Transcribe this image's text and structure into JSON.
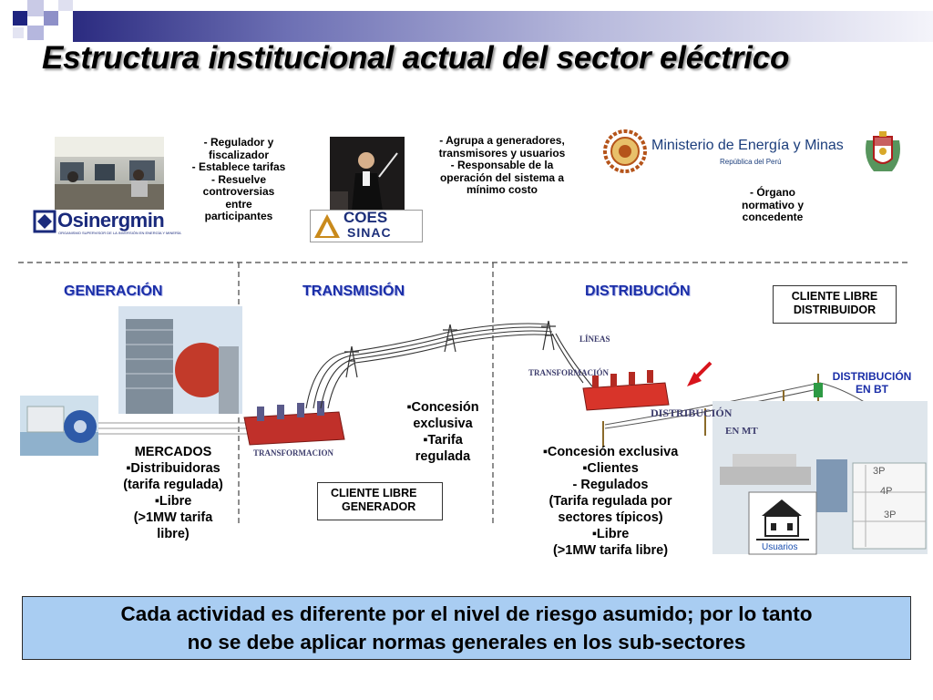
{
  "title": "Estructura institucional  actual del sector eléctrico",
  "agencies": {
    "osinergmin": {
      "logo_name": "Osinergmin",
      "logo_subtitle": "ORGANISMO SUPERVISOR DE LA INVERSIÓN EN ENERGÍA Y MINERÍA",
      "roles": [
        "Regulador y fiscalizador",
        "Establece tarifas",
        "Resuelve controversias entre participantes"
      ]
    },
    "coes": {
      "logo_line1": "COES",
      "logo_line2": "SINAC",
      "roles": [
        "Agrupa a generadores, transmisores y usuarios",
        "Responsable de la operación del sistema a mínimo costo"
      ]
    },
    "minem": {
      "name": "Ministerio de Energía y Minas",
      "country": "República del Perú",
      "roles": [
        "Órgano normativo y concedente"
      ]
    }
  },
  "sections": {
    "generacion": "GENERACIÓN",
    "transmision": "TRANSMISIÓN",
    "distribucion": "DISTRIBUCIÓN"
  },
  "boxes": {
    "cliente_libre_distribuidor": [
      "CLIENTE LIBRE",
      "DISTRIBUIDOR"
    ],
    "cliente_libre_generador": [
      "CLIENTE LIBRE",
      "GENERADOR"
    ]
  },
  "generation_markets": {
    "heading": "MERCADOS",
    "items": [
      "▪Distribuidoras",
      "(tarifa regulada)",
      "▪Libre",
      "(>1MW tarifa",
      "libre)"
    ]
  },
  "transmission_notes": [
    "▪Concesión",
    "exclusiva",
    "▪Tarifa",
    "regulada"
  ],
  "distribution_notes": [
    "▪Concesión exclusiva",
    "▪Clientes",
    "- Regulados",
    "(Tarifa regulada por",
    "sectores típicos)",
    "▪Libre",
    "(>1MW tarifa libre)"
  ],
  "diagram_labels": {
    "transformacion_gen": "TRANSFORMACION",
    "lineas": "LÍNEAS",
    "transformacion_dist": "TRANSFORMACIÓN",
    "distribucion_mt_1": "DISTRIBUCIÓN",
    "distribucion_mt_2": "EN MT",
    "distribucion_bt_1": "DISTRIBUCIÓN",
    "distribucion_bt_2": "EN BT",
    "usuarios": "Usuarios",
    "lot_3p": "3P",
    "lot_4p": "4P",
    "lot_3p_b": "3P"
  },
  "footer": [
    "Cada actividad es diferente por el nivel de riesgo asumido; por lo tanto",
    "no se debe aplicar normas generales en los sub-sectores"
  ],
  "colors": {
    "section_blue": "#1a2ea8",
    "footer_bg": "#a9cdf2",
    "substation_red": "#c0302a",
    "arrow_red": "#d8141c"
  }
}
